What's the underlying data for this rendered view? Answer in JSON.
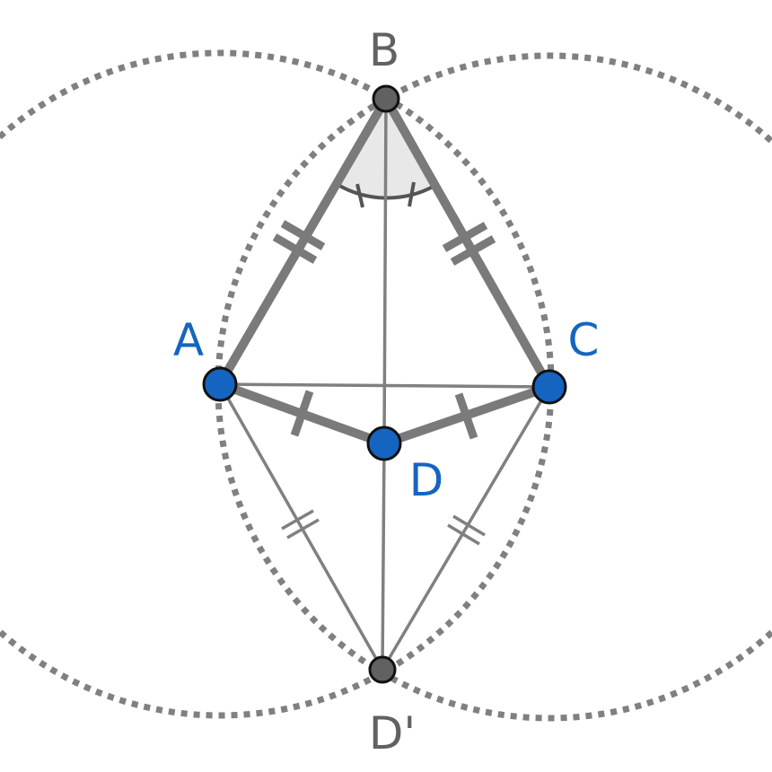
{
  "points": {
    "A": {
      "label": "A",
      "color": "#1565c0"
    },
    "B": {
      "label": "B",
      "color": "#616161"
    },
    "C": {
      "label": "C",
      "color": "#1565c0"
    },
    "D": {
      "label": "D",
      "color": "#1565c0"
    },
    "Dp": {
      "label": "D'",
      "color": "#616161"
    }
  },
  "colors": {
    "segment": "#7a7a7a",
    "thin_segment": "#808080",
    "circle": "#808080",
    "angle_fill": "#e8e8e8",
    "angle_arc": "#555555",
    "free_point_fill": "#1565c0",
    "dependent_point_fill": "#616161",
    "point_stroke": "#111111"
  }
}
